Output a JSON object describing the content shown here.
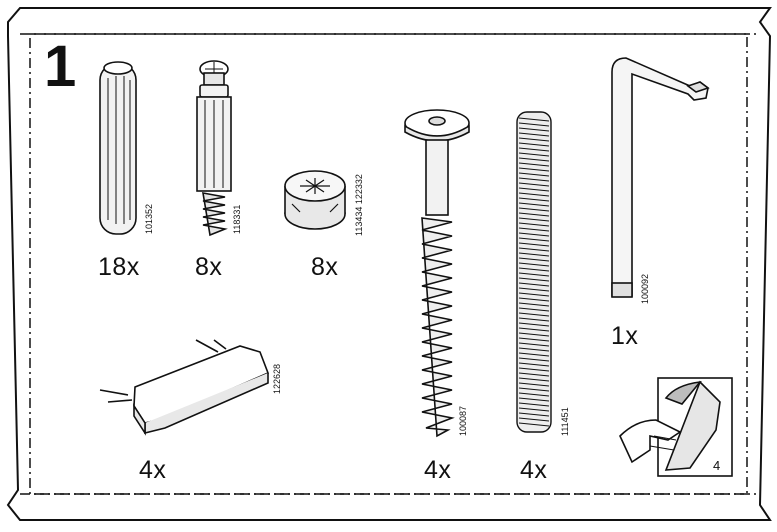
{
  "step_number": "1",
  "page_badge": "4",
  "parts": [
    {
      "name": "wooden-dowel",
      "qty": "18x",
      "code": "101352"
    },
    {
      "name": "cam-lock-bolt",
      "qty": "8x",
      "code": "118331"
    },
    {
      "name": "cam-lock-nut",
      "qty": "8x",
      "code": "113434 122332"
    },
    {
      "name": "connector-bolt",
      "qty": "4x",
      "code": "100087"
    },
    {
      "name": "threaded-rod",
      "qty": "4x",
      "code": "111451"
    },
    {
      "name": "allen-key",
      "qty": "1x",
      "code": "100092"
    },
    {
      "name": "nail-glide",
      "qty": "4x",
      "code": "122628"
    }
  ]
}
